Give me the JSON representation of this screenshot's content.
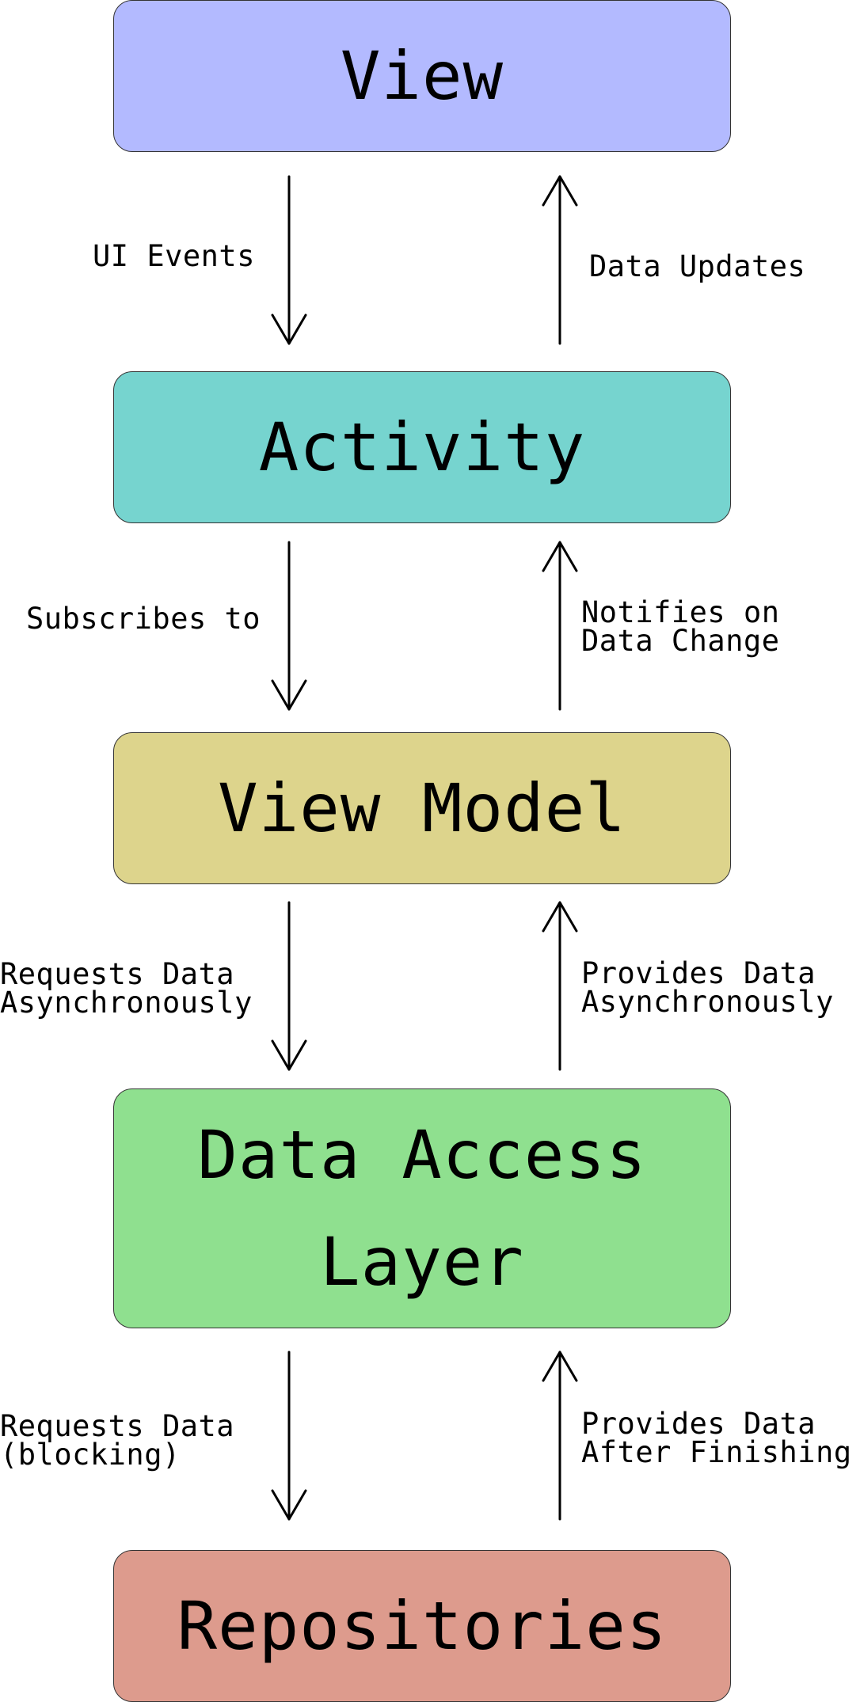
{
  "boxes": {
    "view": {
      "label": "View",
      "color": "#b3baff"
    },
    "activity": {
      "label": "Activity",
      "color": "#76d4cf"
    },
    "view_model": {
      "label": "View Model",
      "color": "#ddd48c"
    },
    "data_access_layer": {
      "label": "Data Access\nLayer",
      "color": "#8fe08f"
    },
    "repositories": {
      "label": "Repositories",
      "color": "#dd9b8d"
    }
  },
  "edges": {
    "ui_events": "UI Events",
    "data_updates": "Data Updates",
    "subscribes_to": "Subscribes to",
    "notifies_on_data_change": "Notifies on\nData Change",
    "requests_data_async": "Requests Data\nAsynchronously",
    "provides_data_async": "Provides Data\nAsynchronously",
    "requests_data_blocking": "Requests Data\n(blocking)",
    "provides_data_after_finishing": "Provides Data\nAfter Finishing"
  }
}
